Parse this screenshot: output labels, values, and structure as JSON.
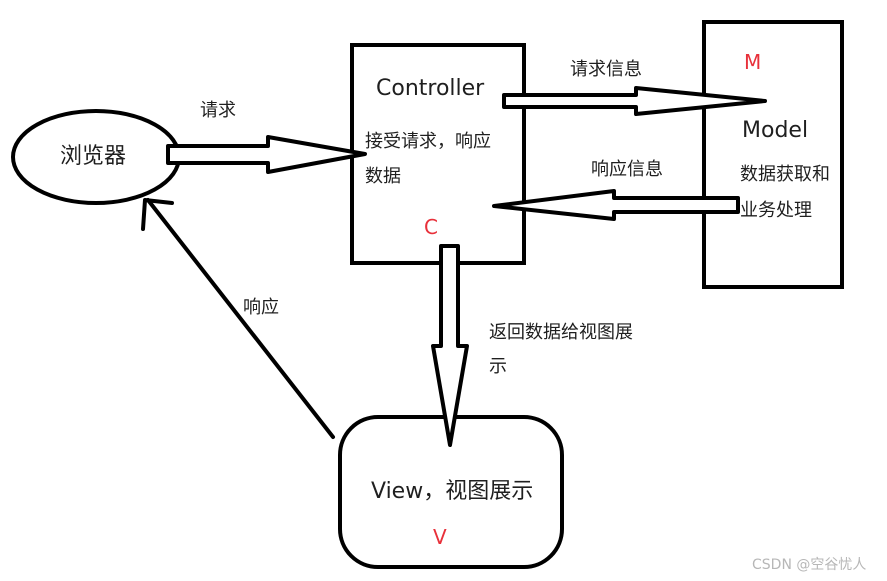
{
  "nodes": {
    "browser": {
      "label": "浏览器"
    },
    "controller": {
      "title": "Controller",
      "desc_line1": "接受请求，响应",
      "desc_line2": "数据",
      "letter": "C"
    },
    "model": {
      "letter": "M",
      "title": "Model",
      "desc_line1": "数据获取和",
      "desc_line2": "业务处理"
    },
    "view": {
      "title": "View，视图展示",
      "letter": "V"
    }
  },
  "edges": {
    "browser_to_controller": {
      "label": "请求"
    },
    "controller_to_model": {
      "label": "请求信息"
    },
    "model_to_controller": {
      "label": "响应信息"
    },
    "controller_to_view": {
      "label_line1": "返回数据给视图展",
      "label_line2": "示"
    },
    "view_to_browser": {
      "label": "响应"
    }
  },
  "colors": {
    "stroke": "#000000",
    "text": "#1f1f1f",
    "accent_letter": "#e8303a",
    "watermark": "#b7b7b7"
  },
  "watermark": "CSDN @空谷忧人"
}
